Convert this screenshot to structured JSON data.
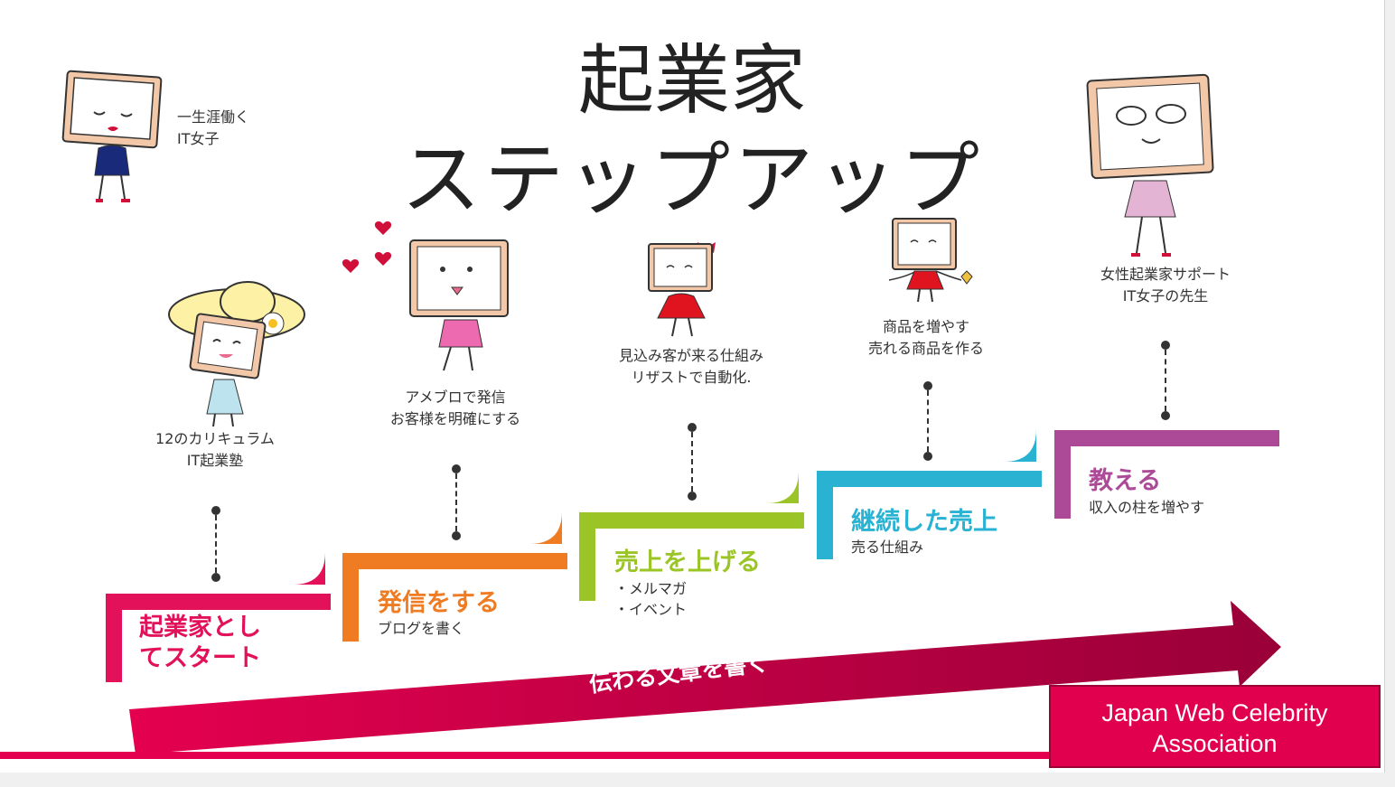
{
  "title": {
    "line1": "起業家",
    "line2": "ステップアップ"
  },
  "intro": {
    "line1": "一生涯働く",
    "line2": "IT女子"
  },
  "steps": [
    {
      "heading_line1": "起業家とし",
      "heading_line2": "てスタート",
      "sub_line1": "",
      "sub_line2": "",
      "color": "#e2115a",
      "note_line1": "12のカリキュラム",
      "note_line2": "IT起業塾"
    },
    {
      "heading_line1": "発信をする",
      "heading_line2": "",
      "sub_line1": "ブログを書く",
      "sub_line2": "",
      "color": "#ef7b22",
      "note_line1": "アメブロで発信",
      "note_line2": "お客様を明確にする"
    },
    {
      "heading_line1": "売上を上げる",
      "heading_line2": "",
      "sub_line1": "・メルマガ",
      "sub_line2": "・イベント",
      "color": "#9bc526",
      "note_line1": "見込み客が来る仕組み",
      "note_line2": "リザストで自動化."
    },
    {
      "heading_line1": "継続した売上",
      "heading_line2": "",
      "sub_line1": "売る仕組み",
      "sub_line2": "",
      "color": "#2ab2d3",
      "note_line1": "商品を増やす",
      "note_line2": "売れる商品を作る"
    },
    {
      "heading_line1": "教える",
      "heading_line2": "",
      "sub_line1": "収入の柱を増やす",
      "sub_line2": "",
      "color": "#ad4a97",
      "note_line1": "女性起業家サポート",
      "note_line2": "IT女子の先生"
    }
  ],
  "arrow": {
    "label": "伝わる文章を書く"
  },
  "badge": {
    "line1": "Japan Web Celebrity",
    "line2": "Association"
  },
  "colors": {
    "arrow_start": "#e4004f",
    "arrow_end": "#9a0038",
    "badge": "#e0004e",
    "bottom_line": "#e4004f"
  },
  "icons": [
    "monitor-lady-icon",
    "monitor-lady-hat-icon",
    "monitor-lady-hearts-icon",
    "monitor-lady-bow-icon",
    "monitor-lady-gem-icon",
    "monitor-lady-glasses-icon",
    "heart-icon"
  ]
}
